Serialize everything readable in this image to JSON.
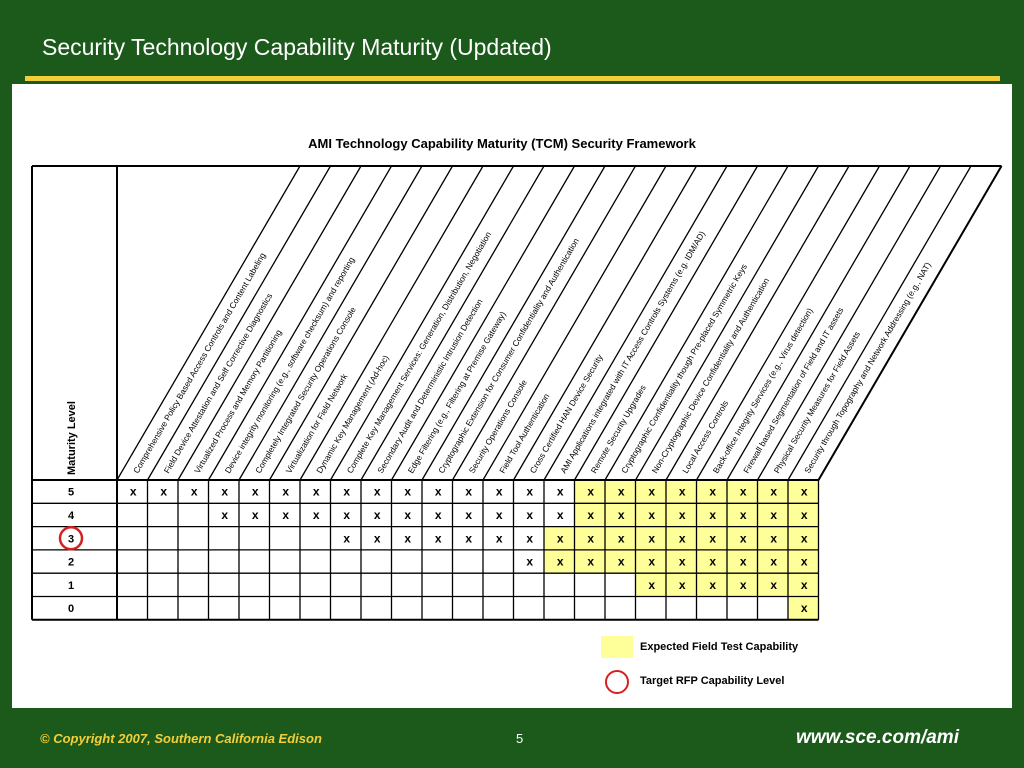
{
  "slide": {
    "title": "Security Technology Capability Maturity (Updated)",
    "copyright": "© Copyright 2007, Southern California Edison",
    "page_number": "5",
    "url": "www.sce.com/ami"
  },
  "colors": {
    "frame_green": "#1c5a1c",
    "gold_bar": "#f2cf3a",
    "highlight_yellow": "#ffff99",
    "target_circle": "#d62020"
  },
  "framework": {
    "title": "AMI Technology Capability Maturity (TCM) Security Framework",
    "row_axis_label": "Maturity Level",
    "target_level": "3",
    "columns": [
      "Comprehensive Policy Based Access Controls and Content Labeling",
      "Field Device Attestation and Self Corrective Diagnostics",
      "Virtualized Process and Memory Partitioning",
      "Device integrity monitoring (e.g., software checksum) and reporting",
      "Completely Integrated Security Operations Console",
      "Virtualization for Field Network",
      "Dynamic Key Management (Ad-hoc)",
      "Complete Key Management Services: Generation, Distribution, Negotiation",
      "Secondary Audit and Deterministic Intrusion Detection",
      "Edge Filtering (e.g., Filtering at Premise Gateway)",
      "Cryptographic Extension for Consumer Confidentiality and Authentication",
      "Security Operations Console",
      "Field Tool Authentication",
      "Cross Certified HAN Device Security",
      "AMI Applications integrated with IT Access Controls Systems (e.g. IDM/AD)",
      "Remote Security Upgrades",
      "Cryptographic Confidentiality though Pre-placed Symmetric Keys",
      "Non-Cryptographic Device Confidentiality and Authentication",
      "Local Access Controls",
      "Back-office Integrity Services (e.g., Virus detection)",
      "Firewall based Segmentation of Field and IT assets",
      "Physical Security Measures for Field Assets",
      "Security through Topography and Network Addressing (e.g., NAT)"
    ],
    "rows": [
      {
        "level": "5",
        "cells": [
          "x",
          "x",
          "x",
          "x",
          "x",
          "x",
          "x",
          "x",
          "x",
          "x",
          "x",
          "x",
          "x",
          "x",
          "x",
          "x",
          "x",
          "x",
          "x",
          "x",
          "x",
          "x",
          "x"
        ]
      },
      {
        "level": "4",
        "cells": [
          "",
          "",
          "",
          "x",
          "x",
          "x",
          "x",
          "x",
          "x",
          "x",
          "x",
          "x",
          "x",
          "x",
          "x",
          "x",
          "x",
          "x",
          "x",
          "x",
          "x",
          "x",
          "x"
        ]
      },
      {
        "level": "3",
        "cells": [
          "",
          "",
          "",
          "",
          "",
          "",
          "",
          "x",
          "x",
          "x",
          "x",
          "x",
          "x",
          "x",
          "x",
          "x",
          "x",
          "x",
          "x",
          "x",
          "x",
          "x",
          "x"
        ]
      },
      {
        "level": "2",
        "cells": [
          "",
          "",
          "",
          "",
          "",
          "",
          "",
          "",
          "",
          "",
          "",
          "",
          "",
          "x",
          "x",
          "x",
          "x",
          "x",
          "x",
          "x",
          "x",
          "x",
          "x"
        ]
      },
      {
        "level": "1",
        "cells": [
          "",
          "",
          "",
          "",
          "",
          "",
          "",
          "",
          "",
          "",
          "",
          "",
          "",
          "",
          "",
          "",
          "",
          "x",
          "x",
          "x",
          "x",
          "x",
          "x"
        ]
      },
      {
        "level": "0",
        "cells": [
          "",
          "",
          "",
          "",
          "",
          "",
          "",
          "",
          "",
          "",
          "",
          "",
          "",
          "",
          "",
          "",
          "",
          "",
          "",
          "",
          "",
          "",
          "x"
        ]
      }
    ],
    "expected_field_test": [
      [
        false,
        false,
        false,
        false,
        false,
        false,
        false,
        false,
        false,
        false,
        false,
        false,
        false,
        false,
        false,
        true,
        true,
        true,
        true,
        true,
        true,
        true,
        true
      ],
      [
        false,
        false,
        false,
        false,
        false,
        false,
        false,
        false,
        false,
        false,
        false,
        false,
        false,
        false,
        false,
        true,
        true,
        true,
        true,
        true,
        true,
        true,
        true
      ],
      [
        false,
        false,
        false,
        false,
        false,
        false,
        false,
        false,
        false,
        false,
        false,
        false,
        false,
        false,
        true,
        true,
        true,
        true,
        true,
        true,
        true,
        true,
        true
      ],
      [
        false,
        false,
        false,
        false,
        false,
        false,
        false,
        false,
        false,
        false,
        false,
        false,
        false,
        false,
        true,
        true,
        true,
        true,
        true,
        true,
        true,
        true,
        true
      ],
      [
        false,
        false,
        false,
        false,
        false,
        false,
        false,
        false,
        false,
        false,
        false,
        false,
        false,
        false,
        false,
        false,
        false,
        true,
        true,
        true,
        true,
        true,
        true
      ],
      [
        false,
        false,
        false,
        false,
        false,
        false,
        false,
        false,
        false,
        false,
        false,
        false,
        false,
        false,
        false,
        false,
        false,
        false,
        false,
        false,
        false,
        false,
        true
      ]
    ]
  },
  "legend": {
    "expected_label": "Expected Field Test Capability",
    "target_label": "Target RFP Capability Level"
  }
}
